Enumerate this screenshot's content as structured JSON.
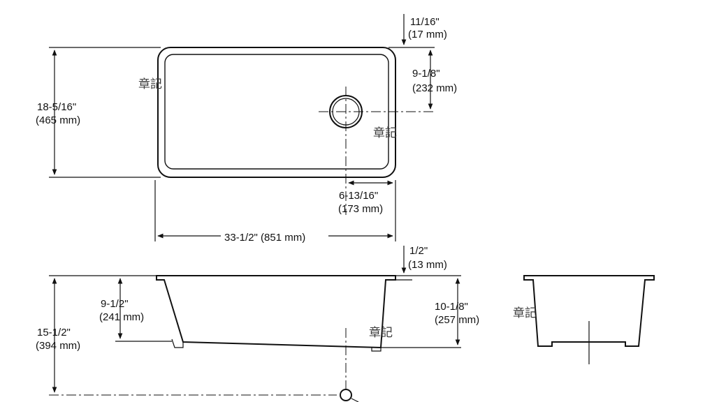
{
  "dimensions": {
    "top_thickness": {
      "inch": "11/16\"",
      "mm": "(17 mm)"
    },
    "drain_from_top": {
      "inch": "9-1/8\"",
      "mm": "(232 mm)"
    },
    "overall_depth": {
      "inch": "18-5/16\"",
      "mm": "(465 mm)"
    },
    "drain_from_right": {
      "inch": "6-13/16\"",
      "mm": "(173 mm)"
    },
    "overall_width": "33-1/2\" (851 mm)",
    "rim_thickness": {
      "inch": "1/2\"",
      "mm": "(13 mm)"
    },
    "bowl_depth": {
      "inch": "9-1/2\"",
      "mm": "(241 mm)"
    },
    "drain_height": {
      "inch": "10-1/8\"",
      "mm": "(257 mm)"
    },
    "overall_height": {
      "inch": "15-1/2\"",
      "mm": "(394 mm)"
    }
  },
  "watermarks": [
    "章記",
    "章記",
    "章記",
    "章記"
  ]
}
